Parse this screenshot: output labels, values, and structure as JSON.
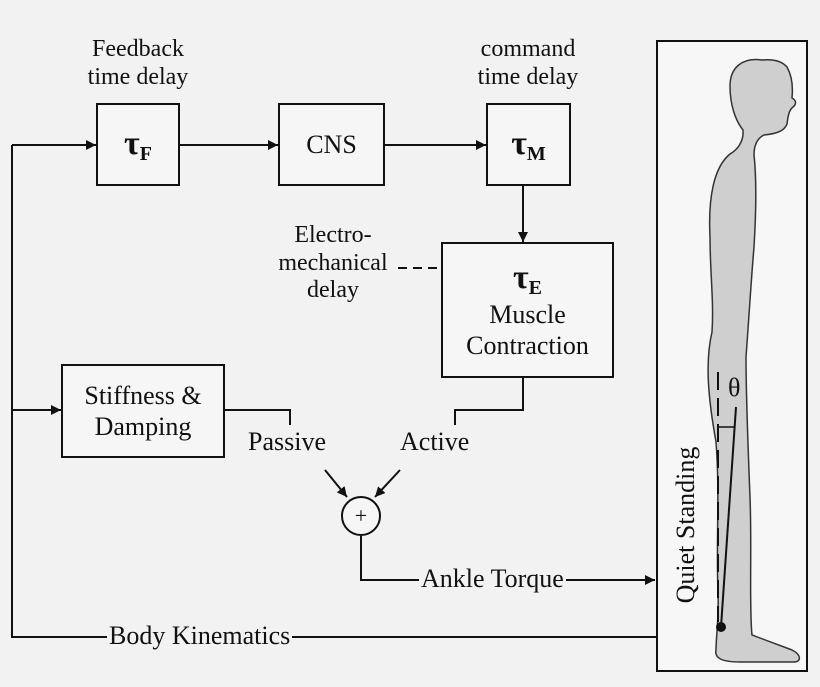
{
  "labels": {
    "feedback_delay_line1": "Feedback",
    "feedback_delay_line2": "time delay",
    "command_delay_line1": "command",
    "command_delay_line2": "time delay",
    "electro_line1": "Electro-",
    "electro_line2": "mechanical",
    "electro_line3": "delay",
    "passive": "Passive",
    "active": "Active",
    "ankle_torque": "Ankle Torque",
    "body_kinematics": "Body Kinematics",
    "quiet_standing": "Quiet Standing",
    "theta": "θ"
  },
  "blocks": {
    "tau_f": {
      "symbol": "τ",
      "sub": "F"
    },
    "cns": {
      "label": "CNS"
    },
    "tau_m": {
      "symbol": "τ",
      "sub": "M"
    },
    "muscle": {
      "symbol": "τ",
      "sub": "E",
      "line1": "Muscle",
      "line2": "Contraction"
    },
    "stiffness": {
      "line1": "Stiffness &",
      "line2": "Damping"
    }
  },
  "sum_node": {
    "symbol": "+"
  },
  "colors": {
    "line": "#111111",
    "body_fill": "#cfcfcf",
    "background": "#f2f2f2"
  }
}
